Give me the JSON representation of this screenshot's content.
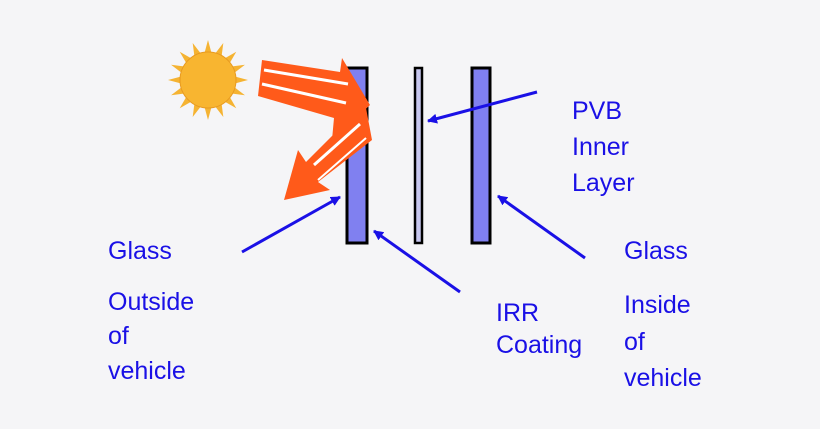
{
  "labels": {
    "pvb_line1": "PVB",
    "pvb_line2": "Inner",
    "pvb_line3": "Layer",
    "glass_left": "Glass",
    "outside_line1": "Outside",
    "outside_line2": "of",
    "outside_line3": "vehicle",
    "irr_line1": "IRR",
    "irr_line2": "Coating",
    "glass_right": "Glass",
    "inside_line1": "Inside",
    "inside_line2": "of",
    "inside_line3": "vehicle"
  },
  "colors": {
    "background": "#f5f5f7",
    "label_text": "#1a10e6",
    "pointer_arrow": "#1a10e6",
    "glass_fill": "#8080f0",
    "pane_outline": "#000000",
    "sun_fill": "#f8b530",
    "sun_rays": "#f5b332",
    "ir_beam": "#ff5a1a"
  },
  "icons": [
    "sun-icon",
    "ir-beam-arrow",
    "pointer-arrow"
  ]
}
